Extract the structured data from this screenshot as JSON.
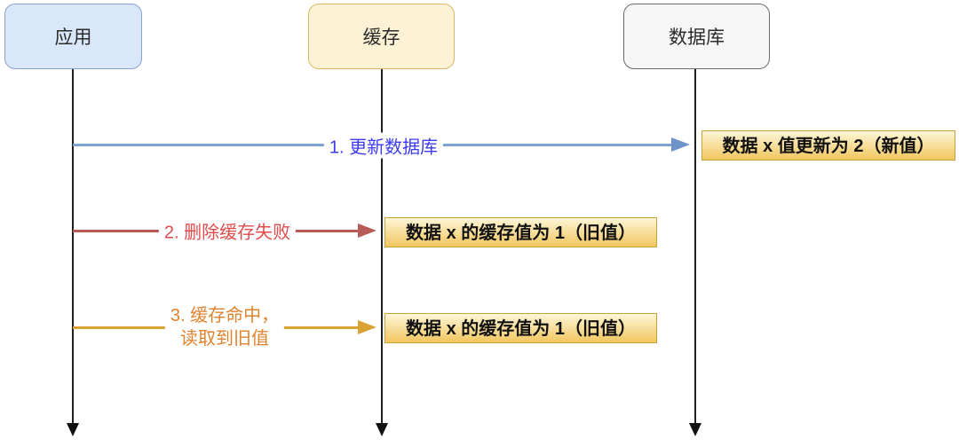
{
  "diagram": {
    "type": "sequence-diagram",
    "actors": [
      {
        "label": "应用",
        "fill": "#d9e7fa",
        "border": "#85a3cc"
      },
      {
        "label": "缓存",
        "fill": "#fcf3d6",
        "border": "#d8b964"
      },
      {
        "label": "数据库",
        "fill": "#f6f6f6",
        "border": "#6b6b6b"
      }
    ],
    "messages": [
      {
        "label": "1. 更新数据库",
        "from": "应用",
        "to": "数据库",
        "arrow_color": "#6e93c8",
        "label_color": "#3b3bef",
        "note": "数据 x 值更新为 2（新值）"
      },
      {
        "label": "2. 删除缓存失败",
        "from": "应用",
        "to": "缓存",
        "arrow_color": "#b75b56",
        "label_color": "#e04b4b",
        "note": "数据 x 的缓存值为 1（旧值）"
      },
      {
        "label_line1": "3. 缓存命中，",
        "label_line2": "读取到旧值",
        "from": "应用",
        "to": "缓存",
        "arrow_color": "#d9a233",
        "label_color": "#e0832f",
        "note": "数据 x 的缓存值为 1（旧值）"
      }
    ],
    "note_style": {
      "gradient_top": "#fdf6d7",
      "gradient_bottom": "#f1c65f",
      "border": "#c9a13b",
      "text_color": "#111111"
    },
    "lifeline_color": "#1f1f1f"
  }
}
